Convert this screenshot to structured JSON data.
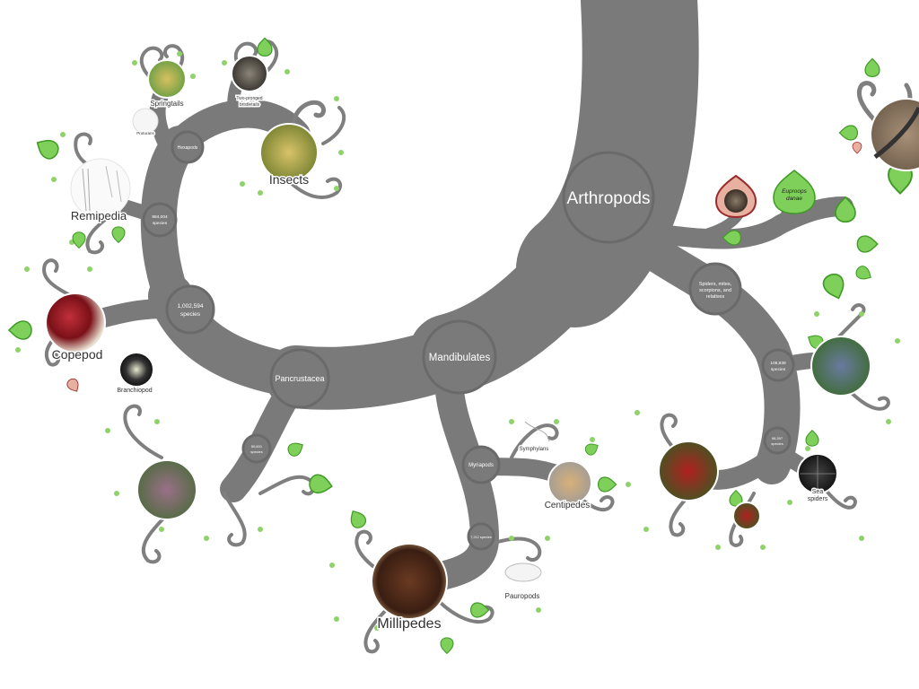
{
  "title": "Arthropods",
  "colors": {
    "branch": "#7a7a7a",
    "node_fill": "#7a7a7a",
    "node_ring": "#6a6a6a",
    "leaf_green": "#7ed05a",
    "leaf_green_stroke": "#3f9a26",
    "leaf_red": "#e8b0a0",
    "leaf_red_stroke": "#9b2a2a",
    "background": "#ffffff"
  },
  "nodes": {
    "arthropods": {
      "label": "Arthropods"
    },
    "mandibulates": {
      "label": "Mandibulates"
    },
    "pancrustacea": {
      "label": "Pancrustacea"
    },
    "pancrustacea_count": {
      "line1": "1,002,594",
      "line2": "species"
    },
    "hexapods_count": {
      "line1": "984,004",
      "line2": "species"
    },
    "hexapods": {
      "label": "Hexapods"
    },
    "crustacean_count": {
      "line1": "50,601",
      "line2": "species"
    },
    "myriapods": {
      "label": "Myriapods"
    },
    "myriapods_count": {
      "label": "7,212 species"
    },
    "chelicerates": {
      "line1": "Spiders, mites,",
      "line2": "scorpions, and",
      "line3": "relatives"
    },
    "chelicerates_count": {
      "line1": "108,839",
      "line2": "species"
    },
    "arachnid_count": {
      "line1": "98,397",
      "line2": "species"
    }
  },
  "groups": [
    {
      "id": "insects",
      "label": "Insects"
    },
    {
      "id": "springtails",
      "label": "Springtails"
    },
    {
      "id": "proturans",
      "label": "Proturans"
    },
    {
      "id": "two-pronged-bristletails",
      "label_line1": "Two-pronged",
      "label_line2": "bristletails"
    },
    {
      "id": "remipedia",
      "label": "Remipedia"
    },
    {
      "id": "copepod",
      "label": "Copepod"
    },
    {
      "id": "branchiopod",
      "label": "Branchiopod"
    },
    {
      "id": "millipedes",
      "label": "Millipedes"
    },
    {
      "id": "centipedes",
      "label": "Centipedes"
    },
    {
      "id": "symphylans",
      "label": "Symphylans"
    },
    {
      "id": "pauropods",
      "label": "Pauropods"
    },
    {
      "id": "sea-spiders",
      "label_line1": "Sea",
      "label_line2": "spiders"
    },
    {
      "id": "euproops",
      "label_line1": "Euproops",
      "label_line2": "danae"
    }
  ]
}
